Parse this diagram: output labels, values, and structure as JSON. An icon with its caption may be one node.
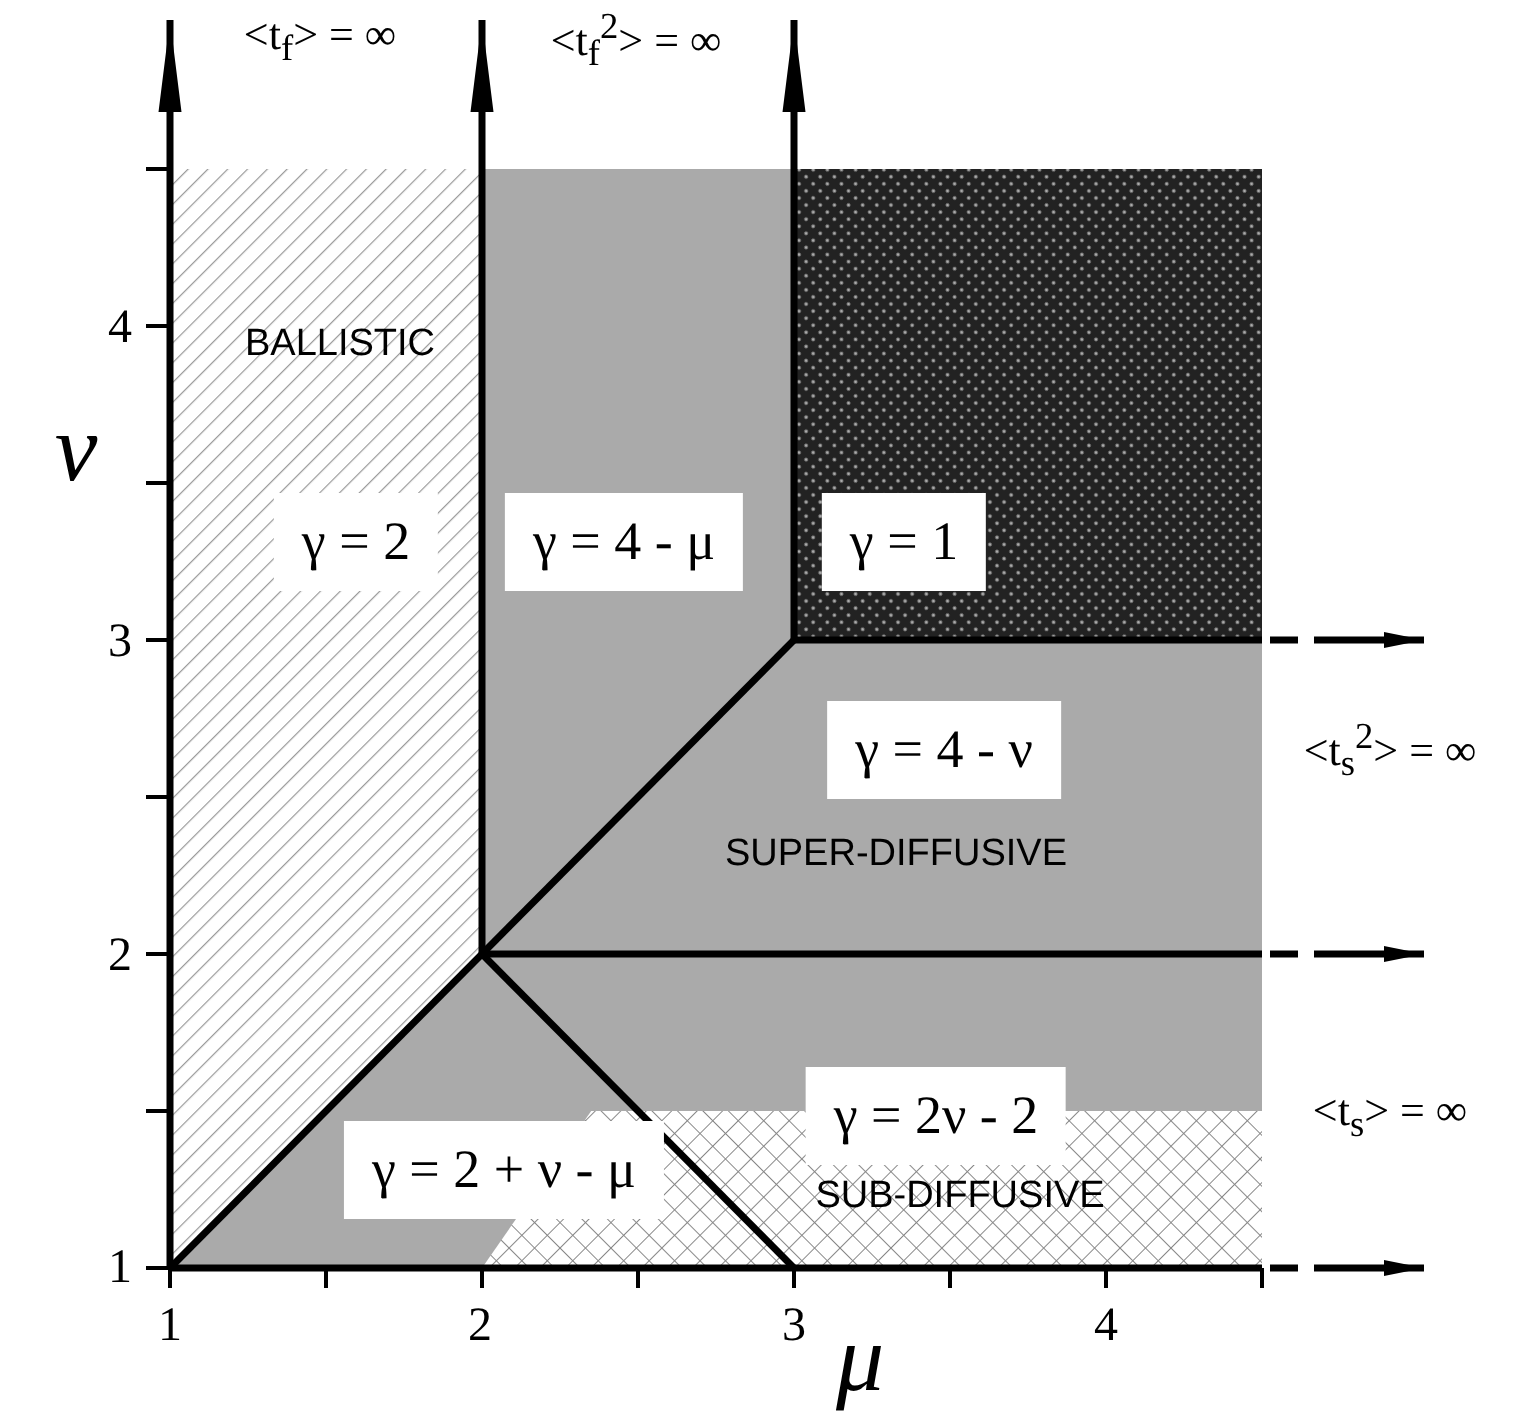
{
  "diagram": {
    "nodes": [
      {
        "text": [
          "γ = 2"
        ]
      },
      {
        "text": [
          "γ = 4 - μ"
        ]
      },
      {
        "text": [
          "γ = 1"
        ]
      },
      {
        "text": [
          "γ = 4 - ν"
        ]
      },
      {
        "text": [
          "γ = 2ν - 2"
        ]
      },
      {
        "text": [
          "γ = 2 + ν - μ"
        ]
      }
    ],
    "labels": [
      "<t$_{f}$> = ∞",
      "<t$_{f}$$^{2}$> = ∞",
      "4",
      "BALLISTIC",
      "ν",
      "3",
      "<t$_{s}$$^{2}$> = ∞",
      "SUPER-DIFFUSIVE",
      "2",
      "<t$_{s}$> = ∞",
      "SUB-DIFFUSIVE",
      "1",
      "1",
      "2",
      "3",
      "4",
      "μ"
    ]
  }
}
